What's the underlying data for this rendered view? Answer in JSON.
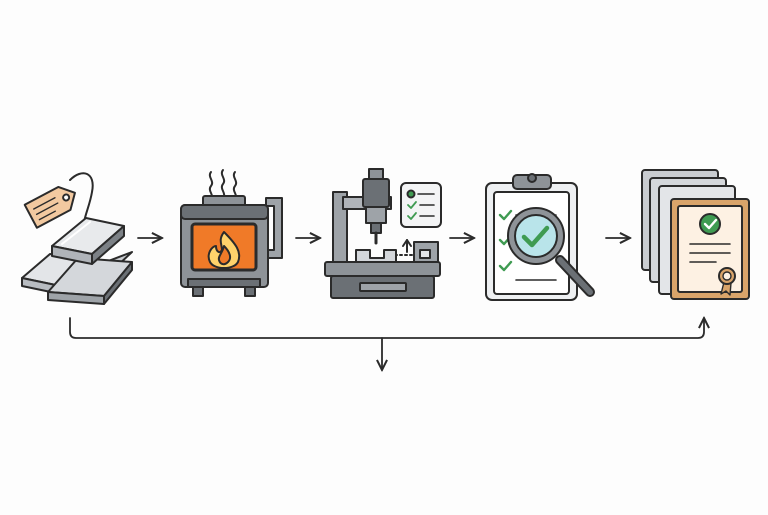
{
  "diagram": {
    "kind": "process-flow",
    "stages": [
      {
        "id": "raw-material",
        "icon": "metal-ingots-with-tag-icon"
      },
      {
        "id": "heat-treatment",
        "icon": "furnace-flame-icon"
      },
      {
        "id": "machining",
        "icon": "cnc-machine-icon"
      },
      {
        "id": "inspection",
        "icon": "clipboard-magnifier-check-icon"
      },
      {
        "id": "certification",
        "icon": "certificate-documents-icon"
      }
    ],
    "connectors": [
      {
        "from": "raw-material",
        "to": "heat-treatment"
      },
      {
        "from": "heat-treatment",
        "to": "machining"
      },
      {
        "from": "machining",
        "to": "inspection"
      },
      {
        "from": "inspection",
        "to": "certification"
      },
      {
        "from": "raw-material",
        "to": "certification",
        "route": "bottom-bracket",
        "branch": "down"
      }
    ],
    "colors": {
      "outline": "#2b2b2b",
      "steel_light": "#d4d7db",
      "steel_mid": "#9ea3a8",
      "steel_dark": "#6b7075",
      "tag": "#f2c9a0",
      "flame_outer": "#f07a28",
      "flame_inner": "#ffd36b",
      "check_green": "#3f9b52",
      "certificate_border": "#d9a46a",
      "certificate_paper": "#fdf1e3",
      "lens": "#b9e4ea"
    }
  }
}
